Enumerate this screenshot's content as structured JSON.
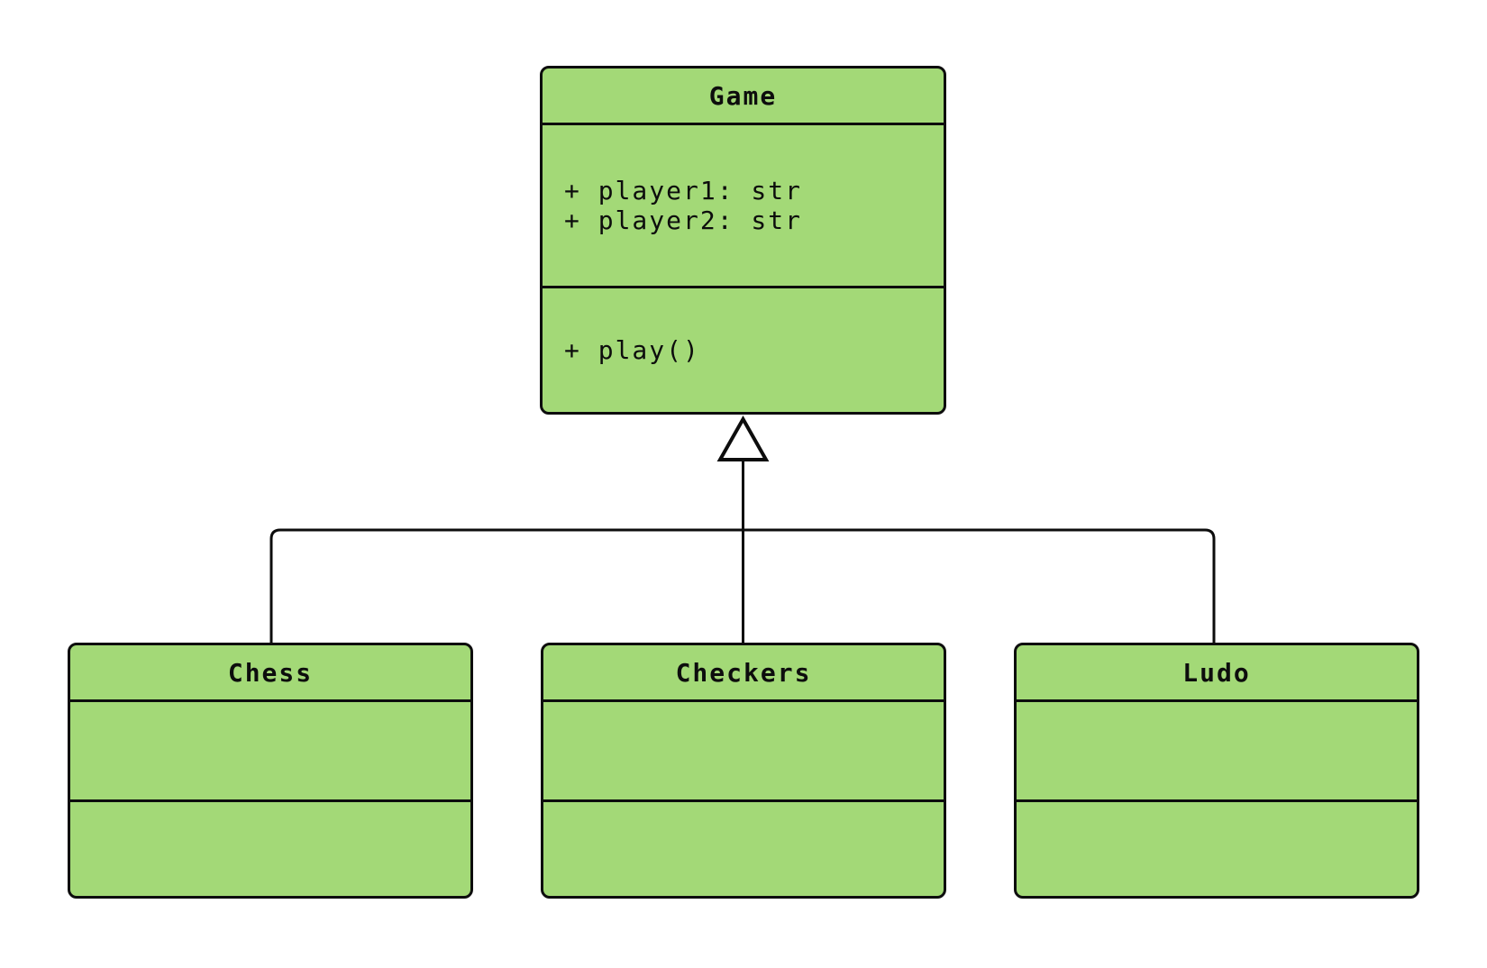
{
  "diagram": {
    "type": "uml-class-diagram",
    "colors": {
      "fill": "#a3d977",
      "stroke": "#0d0d0d",
      "background": "#ffffff"
    },
    "classes": [
      {
        "name": "Game",
        "attributes": [
          "+ player1: str",
          "+ player2: str"
        ],
        "methods": [
          "+ play()"
        ]
      },
      {
        "name": "Chess",
        "attributes": [],
        "methods": []
      },
      {
        "name": "Checkers",
        "attributes": [],
        "methods": []
      },
      {
        "name": "Ludo",
        "attributes": [],
        "methods": []
      }
    ],
    "relations": [
      {
        "type": "inheritance",
        "from": "Chess",
        "to": "Game"
      },
      {
        "type": "inheritance",
        "from": "Checkers",
        "to": "Game"
      },
      {
        "type": "inheritance",
        "from": "Ludo",
        "to": "Game"
      }
    ]
  }
}
